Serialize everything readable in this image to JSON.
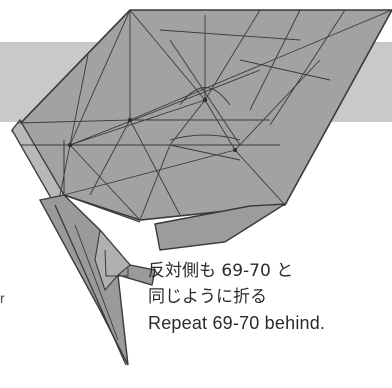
{
  "step_instruction": {
    "ja_line1": "反対側も 69-70 と",
    "ja_line2": "同じように折る",
    "en": "Repeat 69-70 behind."
  },
  "edge_fragment": "r",
  "colors": {
    "band": "#c9c9c9",
    "paper_fill": "#9a9a9a",
    "paper_light": "#b3b3b3",
    "line": "#3a3a3a",
    "text": "#2b2b2b"
  }
}
